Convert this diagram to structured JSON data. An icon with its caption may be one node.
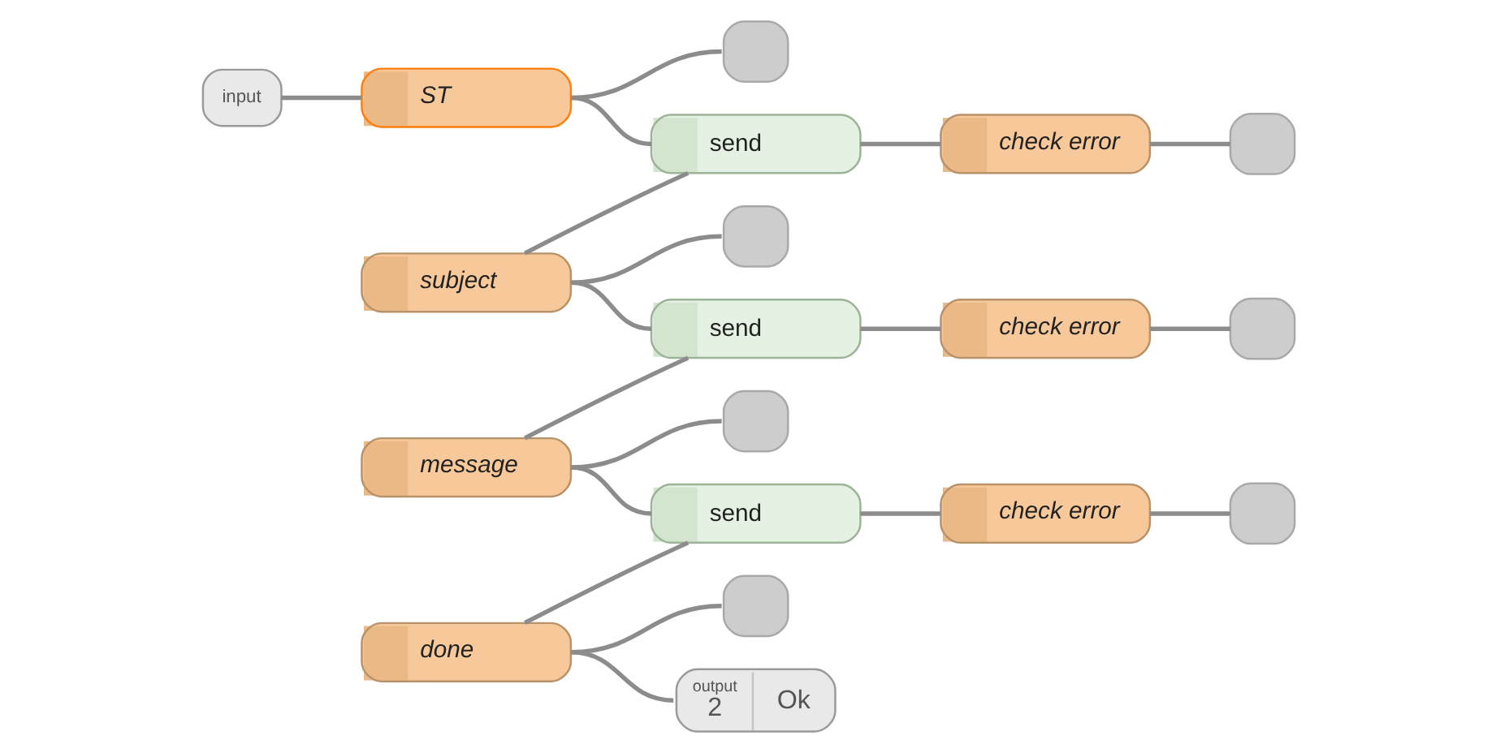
{
  "diagram": {
    "nodes": [
      {
        "text": [
          "input"
        ]
      },
      {
        "text": [
          "ST"
        ]
      },
      {
        "text": [],
        "shape": "box"
      },
      {
        "text": [
          "send"
        ]
      },
      {
        "text": [
          "check error"
        ]
      },
      {
        "text": [],
        "shape": "box"
      },
      {
        "text": [
          "subject"
        ]
      },
      {
        "text": [],
        "shape": "box"
      },
      {
        "text": [
          "send"
        ]
      },
      {
        "text": [
          "check error"
        ]
      },
      {
        "text": [],
        "shape": "box"
      },
      {
        "text": [
          "message"
        ]
      },
      {
        "text": [],
        "shape": "box"
      },
      {
        "text": [
          "send"
        ]
      },
      {
        "text": [
          "check error"
        ]
      },
      {
        "text": [],
        "shape": "box"
      },
      {
        "text": [
          "done"
        ]
      },
      {
        "text": [],
        "shape": "box"
      },
      {
        "text": [
          "output",
          "2",
          "Ok"
        ]
      }
    ],
    "edges": [
      {
        "from": 0,
        "to": 1,
        "arrow": "none"
      },
      {
        "from": 1,
        "to": 2,
        "arrow": "none"
      },
      {
        "from": 1,
        "to": 3,
        "arrow": "none"
      },
      {
        "from": 3,
        "to": 4,
        "arrow": "none"
      },
      {
        "from": 4,
        "to": 5,
        "arrow": "none"
      },
      {
        "from": 3,
        "to": 6,
        "arrow": "none"
      },
      {
        "from": 6,
        "to": 7,
        "arrow": "none"
      },
      {
        "from": 6,
        "to": 8,
        "arrow": "none"
      },
      {
        "from": 8,
        "to": 9,
        "arrow": "none"
      },
      {
        "from": 9,
        "to": 10,
        "arrow": "none"
      },
      {
        "from": 8,
        "to": 11,
        "arrow": "none"
      },
      {
        "from": 11,
        "to": 12,
        "arrow": "none"
      },
      {
        "from": 11,
        "to": 13,
        "arrow": "none"
      },
      {
        "from": 13,
        "to": 14,
        "arrow": "none"
      },
      {
        "from": 14,
        "to": 15,
        "arrow": "none"
      },
      {
        "from": 13,
        "to": 16,
        "arrow": "none"
      },
      {
        "from": 16,
        "to": 17,
        "arrow": "none"
      },
      {
        "from": 16,
        "to": 18,
        "arrow": "none"
      }
    ]
  }
}
